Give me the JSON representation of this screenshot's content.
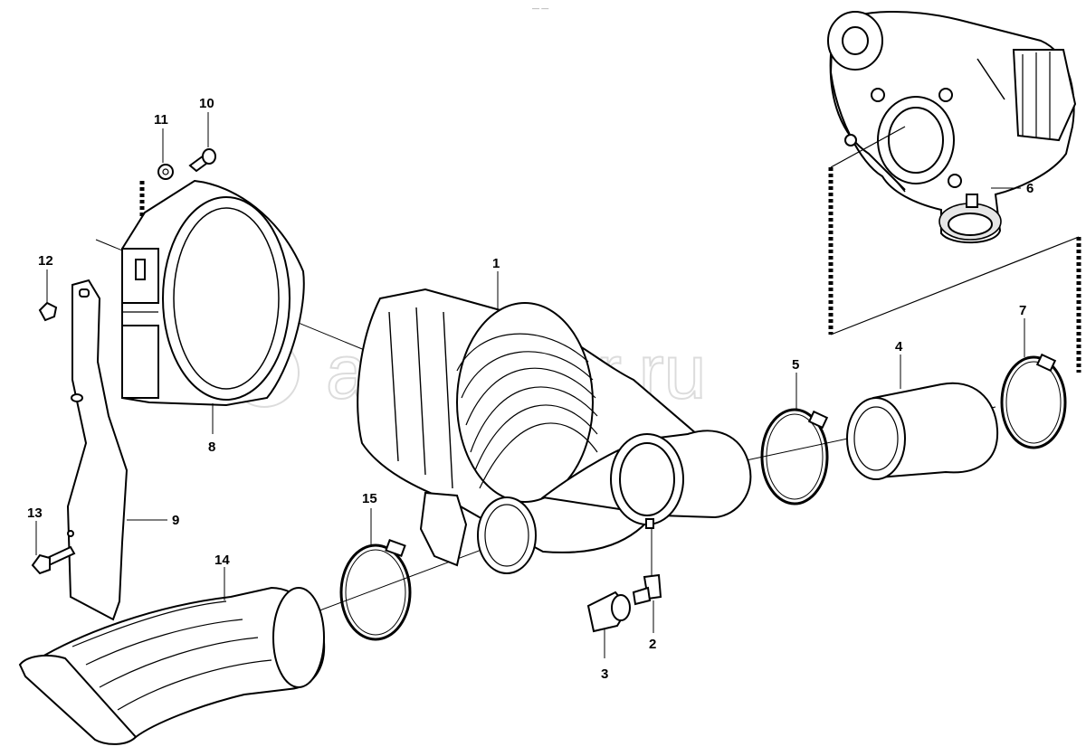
{
  "diagram": {
    "watermark": "autopiter.ru",
    "header_mark": "— —",
    "callouts": [
      {
        "id": "1",
        "label": "1"
      },
      {
        "id": "2",
        "label": "2"
      },
      {
        "id": "3",
        "label": "3"
      },
      {
        "id": "4",
        "label": "4"
      },
      {
        "id": "5",
        "label": "5"
      },
      {
        "id": "6",
        "label": "6"
      },
      {
        "id": "7",
        "label": "7"
      },
      {
        "id": "8",
        "label": "8"
      },
      {
        "id": "9",
        "label": "9"
      },
      {
        "id": "10",
        "label": "10"
      },
      {
        "id": "11",
        "label": "11"
      },
      {
        "id": "12",
        "label": "12"
      },
      {
        "id": "13",
        "label": "13"
      },
      {
        "id": "14",
        "label": "14"
      },
      {
        "id": "15",
        "label": "15"
      }
    ]
  }
}
